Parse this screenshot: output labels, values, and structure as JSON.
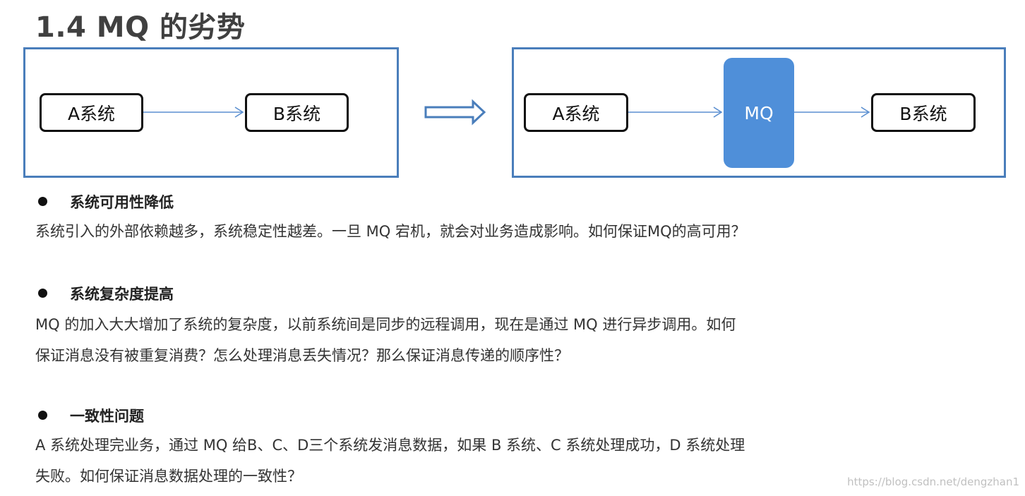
{
  "title": "1.4 MQ 的劣势",
  "diagram": {
    "before": {
      "node_a": "A系统",
      "node_b": "B系统"
    },
    "after": {
      "node_a": "A系统",
      "mq": "MQ",
      "node_b": "B系统"
    },
    "colors": {
      "border": "#4a7ebb",
      "mq_fill": "#4f8fd9",
      "arrow": "#5b8fd0"
    }
  },
  "sections": [
    {
      "heading": "系统可用性降低",
      "lines": [
        "系统引入的外部依赖越多，系统稳定性越差。一旦 MQ 宕机，就会对业务造成影响。如何保证MQ的高可用？"
      ]
    },
    {
      "heading": "系统复杂度提高",
      "lines": [
        "MQ 的加入大大增加了系统的复杂度，以前系统间是同步的远程调用，现在是通过 MQ 进行异步调用。如何",
        "保证消息没有被重复消费？怎么处理消息丢失情况？那么保证消息传递的顺序性？"
      ]
    },
    {
      "heading": "一致性问题",
      "lines": [
        "A 系统处理完业务，通过 MQ 给B、C、D三个系统发消息数据，如果 B 系统、C 系统处理成功，D 系统处理",
        "失败。如何保证消息数据处理的一致性？"
      ]
    }
  ],
  "watermark": "https://blog.csdn.net/dengzhan1"
}
